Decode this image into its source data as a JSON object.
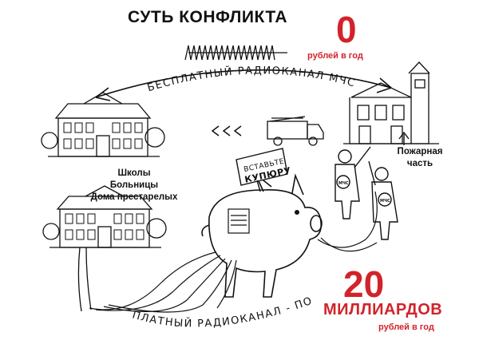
{
  "title": "СУТЬ КОНФЛИКТА",
  "free_channel": {
    "label": "БЕСПЛАТНЫЙ РАДИОКАНАЛ МЧС",
    "amount": "0",
    "unit": "рублей в год"
  },
  "paid_channel": {
    "label": "ПЛАТНЫЙ РАДИОКАНАЛ - ПОСРЕДНИКИ",
    "amount": "20",
    "amount_word": "МИЛЛИАРДОВ",
    "unit": "рублей в год"
  },
  "institutions": [
    "Школы",
    "Больницы",
    "Дома престарелых"
  ],
  "fire_station": [
    "Пожарная",
    "часть"
  ],
  "pig_sign": [
    "ВСТАВЬТЕ",
    "КУПЮРУ"
  ],
  "firefighter_badges": [
    "МЧС",
    "МЧС"
  ],
  "colors": {
    "accent": "#d2232a",
    "ink": "#111111"
  }
}
